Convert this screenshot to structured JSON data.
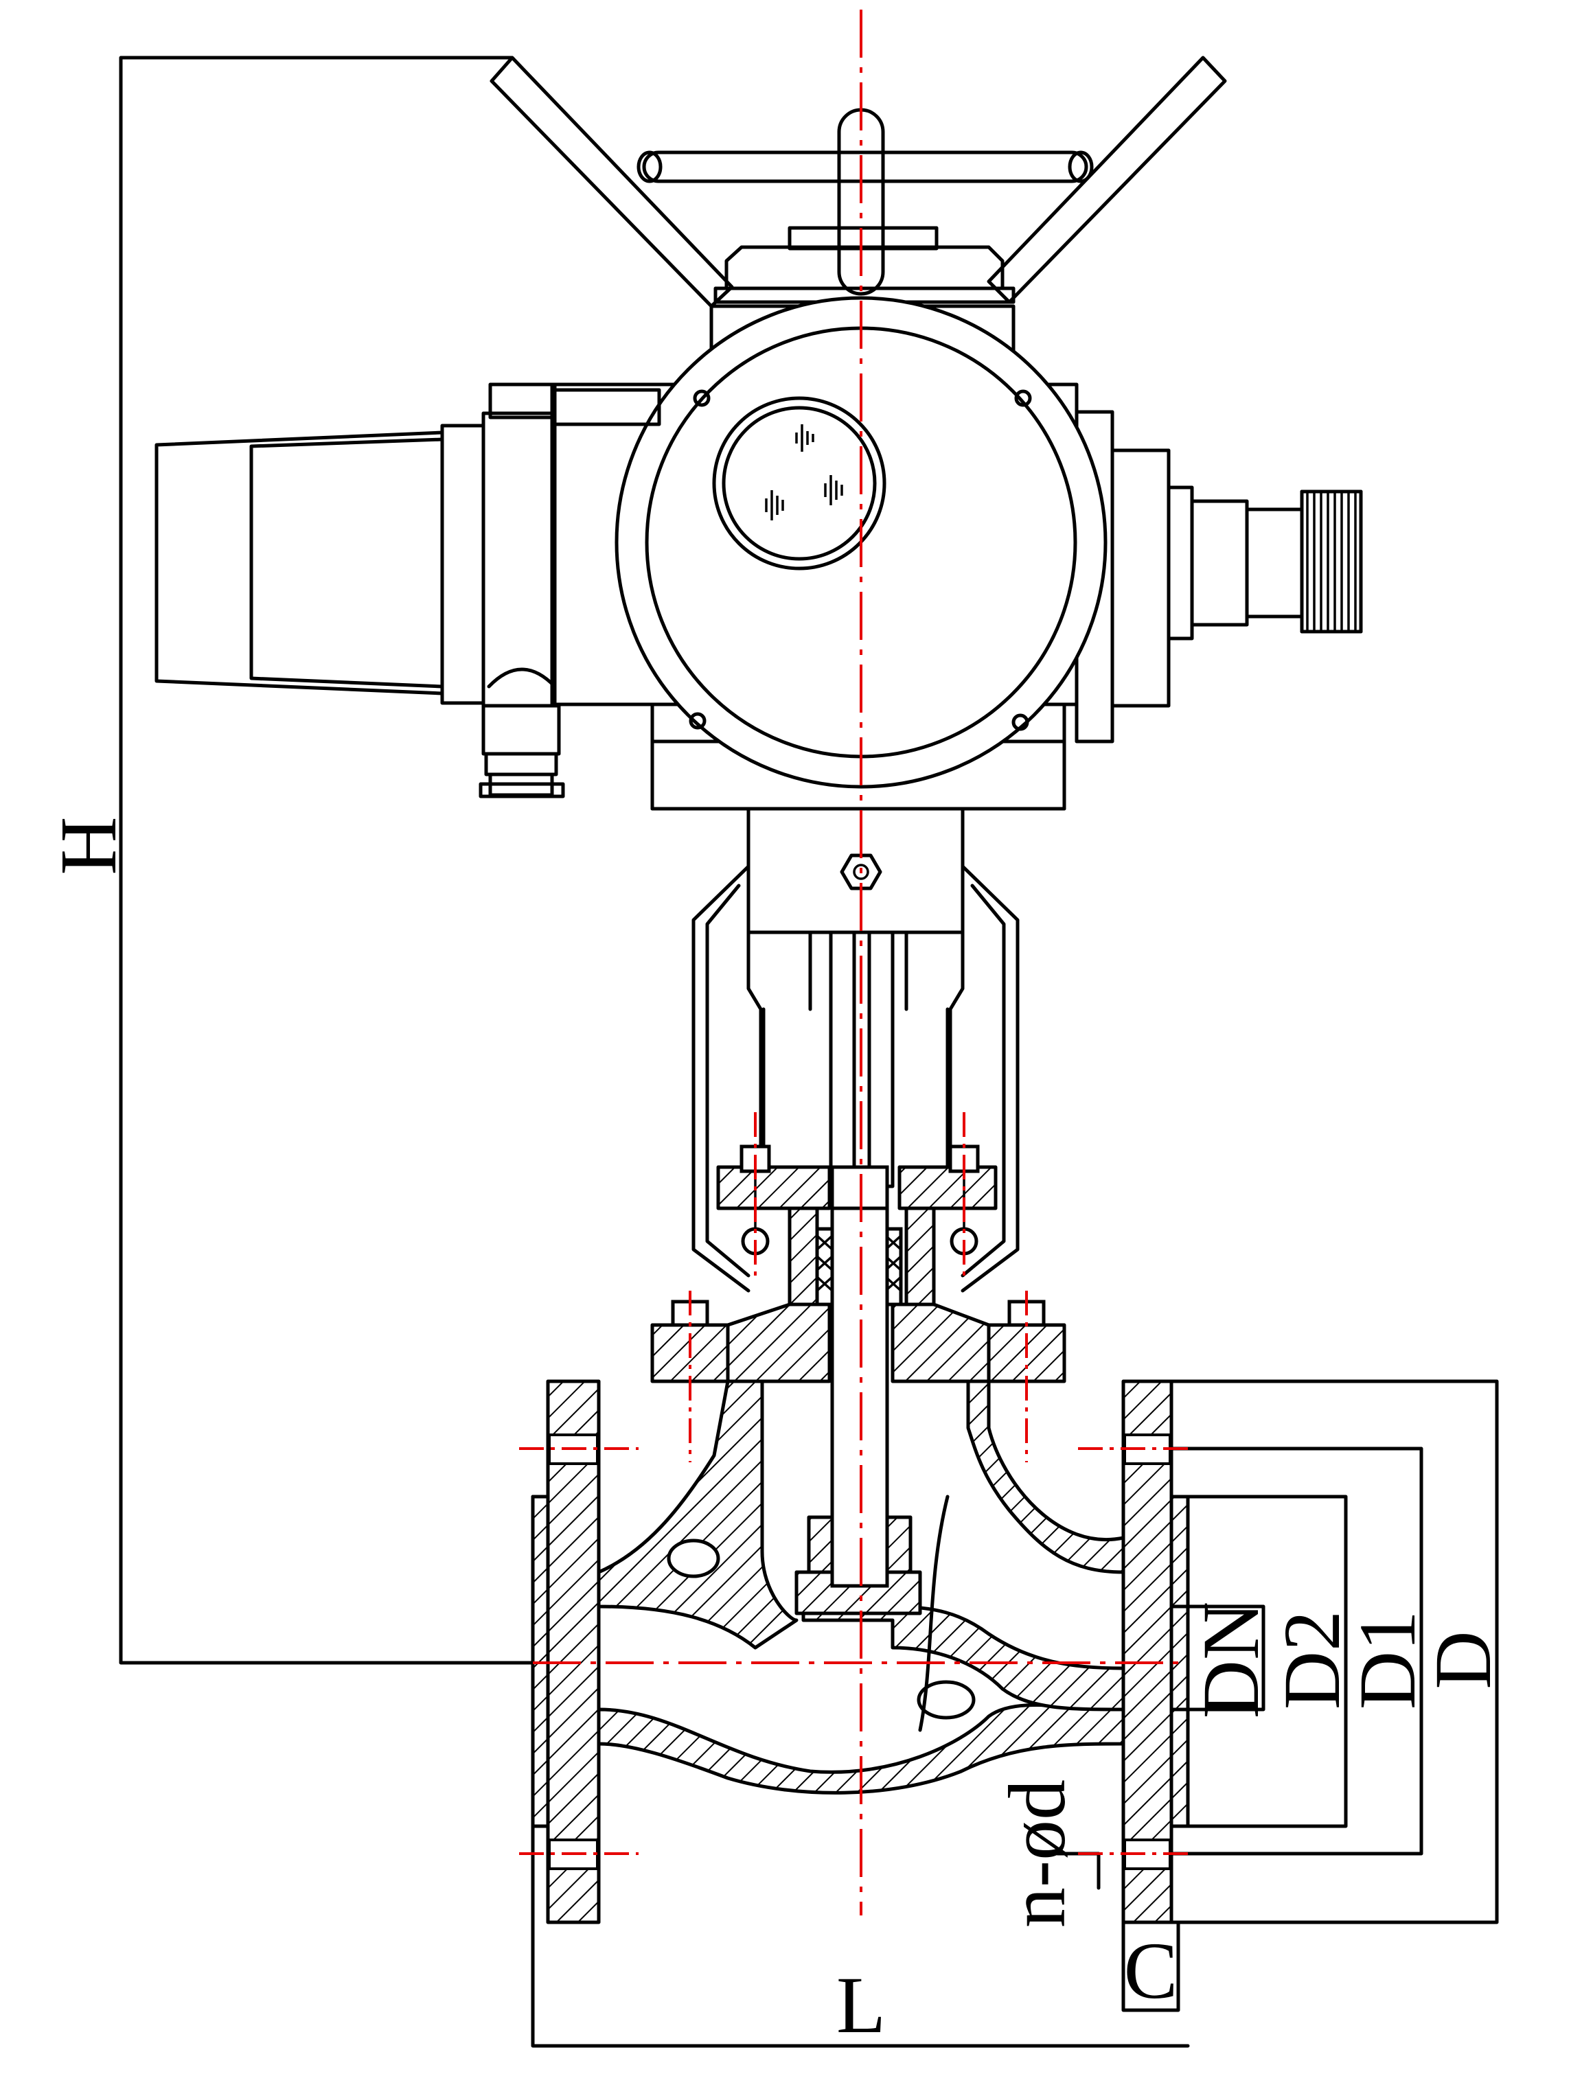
{
  "dimension_labels": {
    "overall_height": "H",
    "face_to_face_length": "L",
    "nominal_diameter": "DN",
    "raised_face_diameter": "D2",
    "bolt_circle_diameter": "D1",
    "flange_outer_diameter": "D",
    "bolt_holes": "n-ød",
    "flange_thickness": "C"
  },
  "colors": {
    "outline": "#000000",
    "centerline": "#e60000",
    "background": "#ffffff"
  },
  "icons": {
    "indicator_window_icon": "battery-symbol",
    "handwheel_icon": "handwheel-spokes",
    "knob_icon": "knurled-knob"
  }
}
